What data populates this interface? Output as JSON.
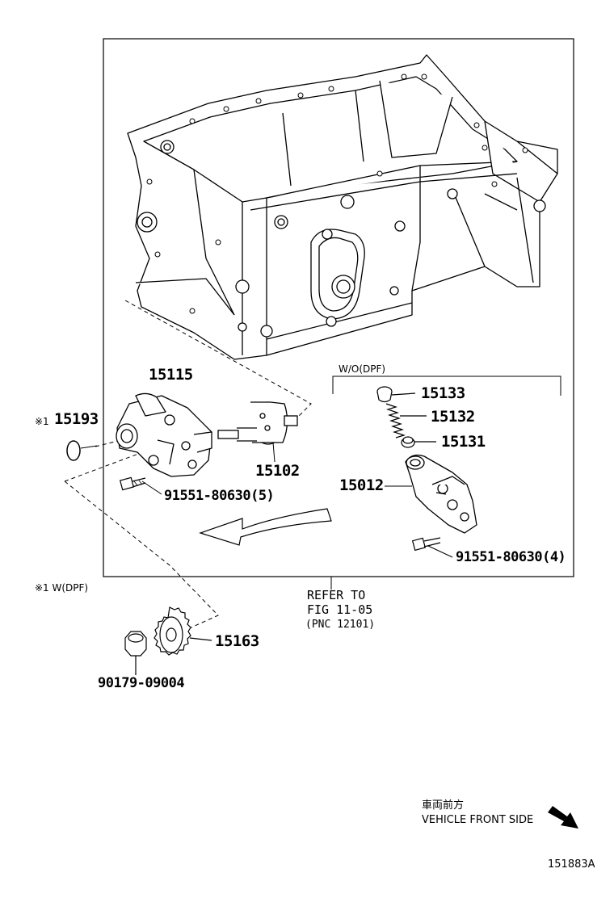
{
  "labels": {
    "p15115": "15115",
    "p15193": "15193",
    "p15193_mark": "※1",
    "p15102": "15102",
    "bolt_left": "91551-80630(5)",
    "wo_dpf": "W/O(DPF)",
    "p15133": "15133",
    "p15132": "15132",
    "p15131": "15131",
    "p15012": "15012",
    "bolt_right": "91551-80630(4)",
    "note_w_dpf": "※1 W(DPF)",
    "refer_to": "REFER TO",
    "fig_ref": "FIG 11-05",
    "pnc_ref": "(PNC 12101)",
    "p15163": "15163",
    "p90179": "90179-09004",
    "front_jp": "車両前方",
    "front_en": "VEHICLE FRONT SIDE",
    "drawing_id": "151883A"
  },
  "icons": {
    "front_arrow": "arrow-down-right-icon"
  }
}
